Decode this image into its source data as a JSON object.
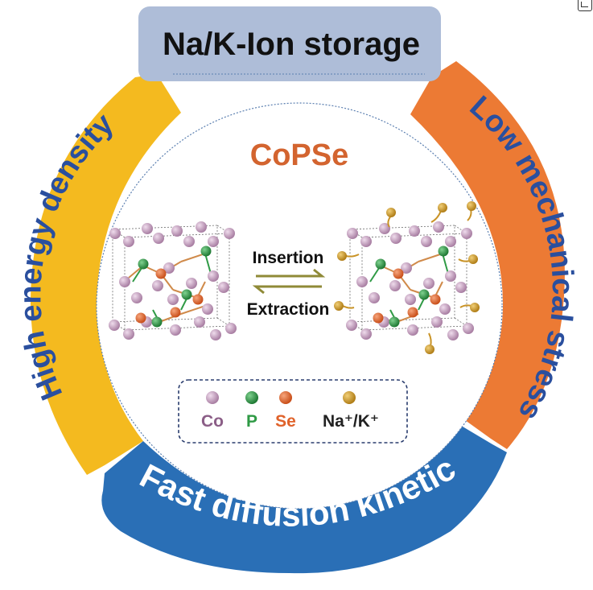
{
  "top_banner": {
    "label": "Na/K-Ion storage"
  },
  "left_arc": {
    "label": "High energy density"
  },
  "right_arc": {
    "label": "Low mechanical stress"
  },
  "bottom_arc": {
    "label": "Fast diffusion kinetic"
  },
  "center": {
    "title": "CoPSe",
    "insertion_label": "Insertion",
    "extraction_label": "Extraction"
  },
  "legend": {
    "items": [
      {
        "label": "Co",
        "color": "#b893b3"
      },
      {
        "label": "P",
        "color": "#2f9a45"
      },
      {
        "label": "Se",
        "color": "#e0622a"
      },
      {
        "label": "Na⁺/K⁺",
        "color": "#c99326"
      }
    ]
  },
  "colors": {
    "banner": "#aebdd8",
    "left_arc": "#f4ba1f",
    "right_arc": "#ec7a34",
    "bottom_arc": "#2a6fb6",
    "title": "#d3642f",
    "arrow": "#8f8a37",
    "dash": "#2a3d6e"
  }
}
